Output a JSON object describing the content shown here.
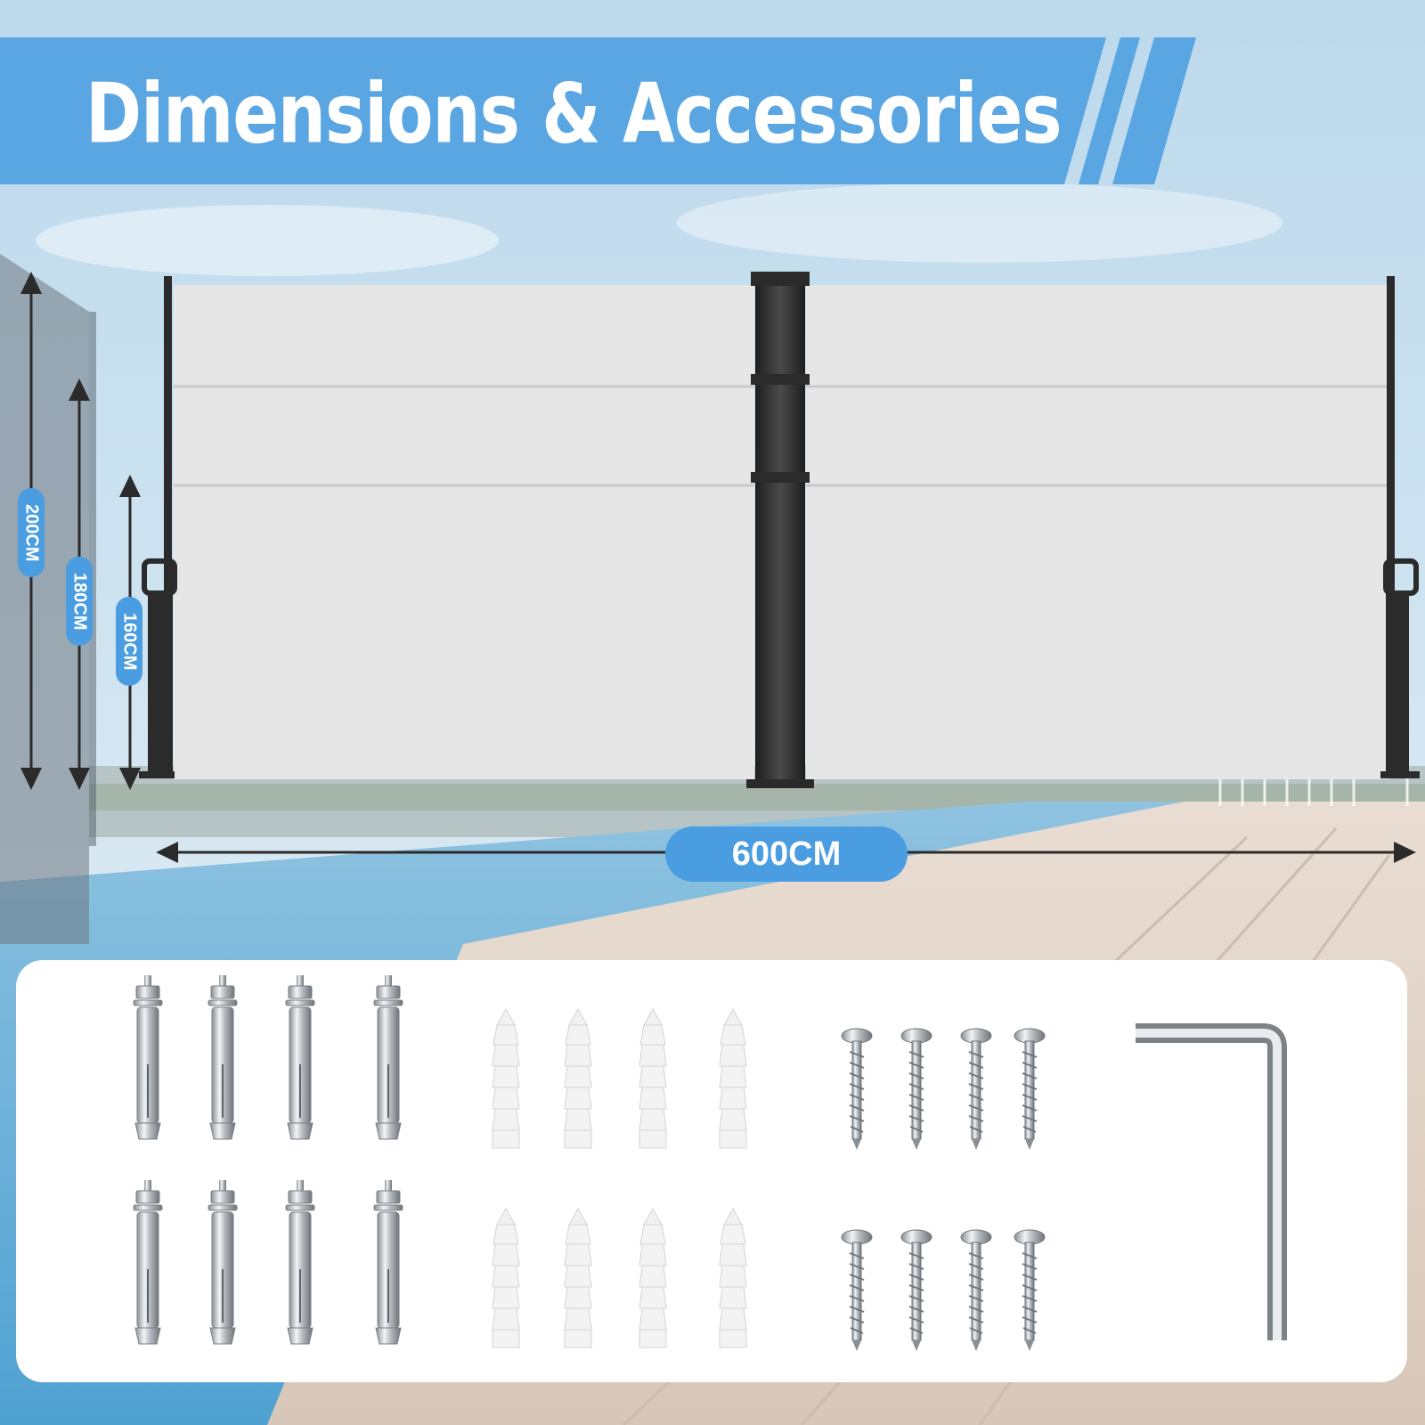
{
  "banner": {
    "title": "Dimensions & Accessories",
    "color": "#5aa6e3"
  },
  "dimensions": {
    "heights": [
      "200CM",
      "180CM",
      "160CM"
    ],
    "width": "600CM"
  },
  "accessories": {
    "items": [
      {
        "icon": "expansion-bolt-icon",
        "count": 8
      },
      {
        "icon": "wall-plug-icon",
        "count": 8
      },
      {
        "icon": "screw-icon",
        "count": 8
      },
      {
        "icon": "allen-key-icon",
        "count": 1
      }
    ]
  },
  "colors": {
    "accent": "#4a9de0",
    "frame": "#2b2b2b",
    "fabric": "#e4e4e4"
  }
}
